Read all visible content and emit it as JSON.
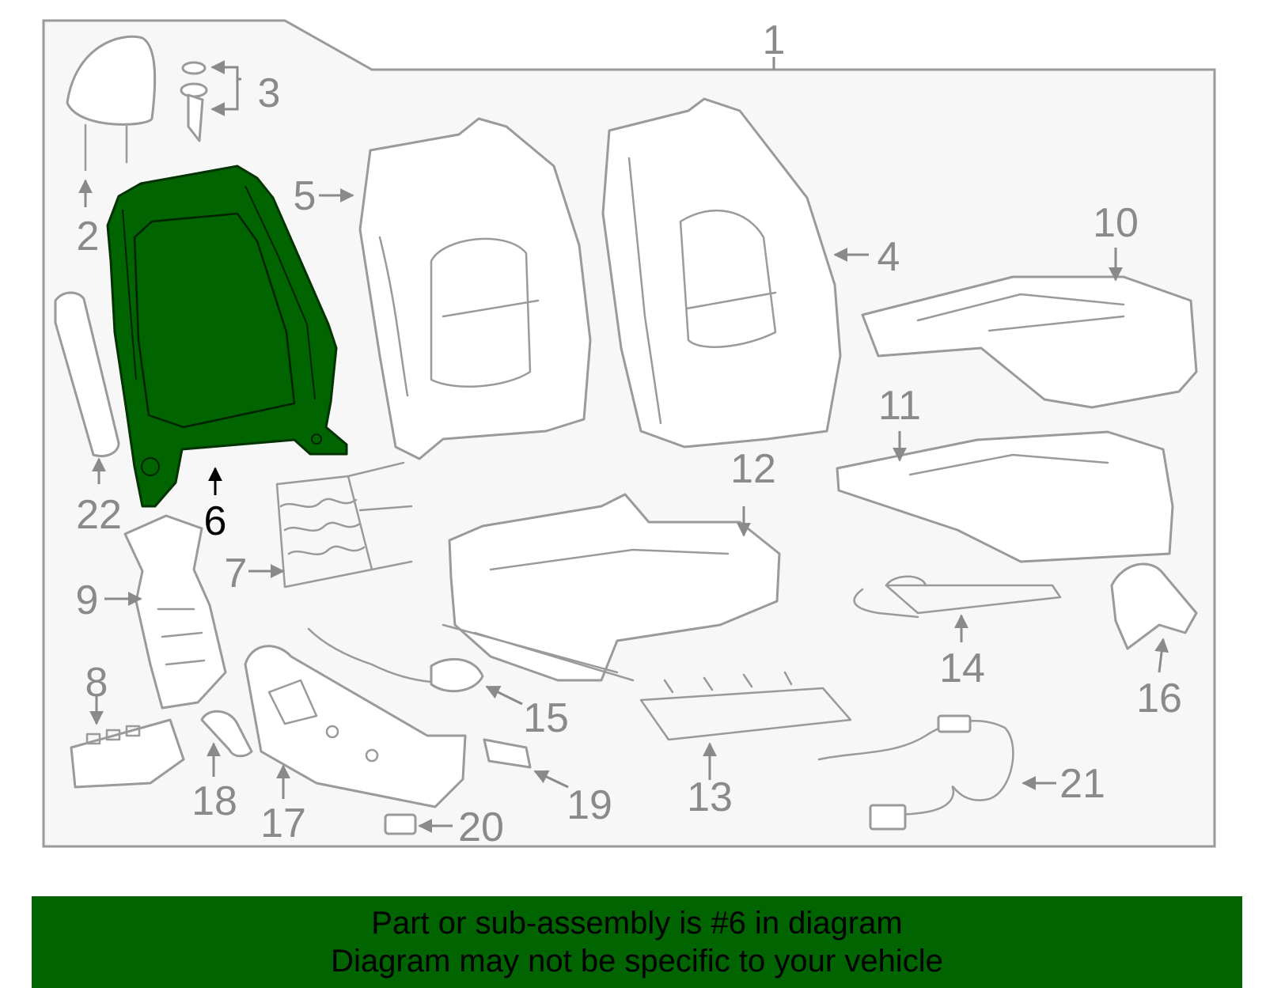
{
  "diagram": {
    "callouts": [
      "1",
      "2",
      "3",
      "4",
      "5",
      "6",
      "7",
      "8",
      "9",
      "10",
      "11",
      "12",
      "13",
      "14",
      "15",
      "16",
      "17",
      "18",
      "19",
      "20",
      "21",
      "22"
    ],
    "highlighted_part": "6",
    "highlight_color": "#006400",
    "line_color": "#9a9a9a"
  },
  "banner": {
    "line1": "Part or sub-assembly is #6 in diagram",
    "line2": "Diagram may not be specific to your vehicle",
    "background": "#006400"
  }
}
